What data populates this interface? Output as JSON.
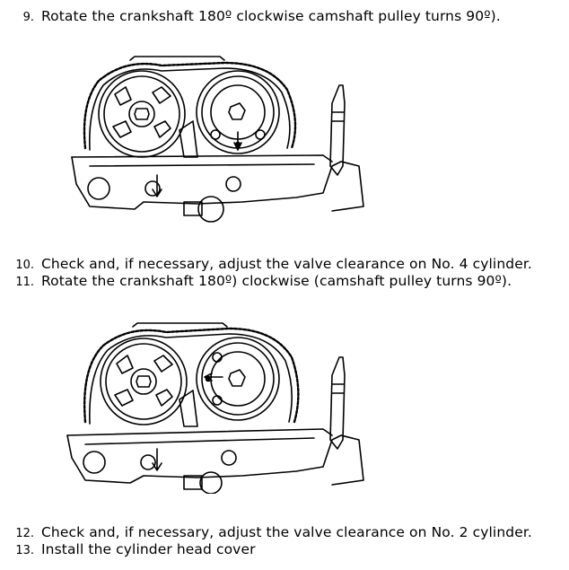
{
  "steps": [
    {
      "num": "9.",
      "text": "Rotate the crankshaft 180º clockwise camshaft pulley turns 90º)."
    },
    {
      "num": "10.",
      "text": "Check and, if necessary, adjust the valve clearance on No. 4 cylinder."
    },
    {
      "num": "11.",
      "text": "Rotate the crankshaft 180º) clockwise (camshaft pulley turns 90º)."
    },
    {
      "num": "12.",
      "text": "Check and, if necessary, adjust the valve clearance on No. 2 cylinder."
    },
    {
      "num": "13.",
      "text": "Install the cylinder head cover"
    }
  ],
  "figures": [
    {
      "id": "fig1",
      "timing_mark": "down"
    },
    {
      "id": "fig2",
      "timing_mark": "left"
    }
  ]
}
